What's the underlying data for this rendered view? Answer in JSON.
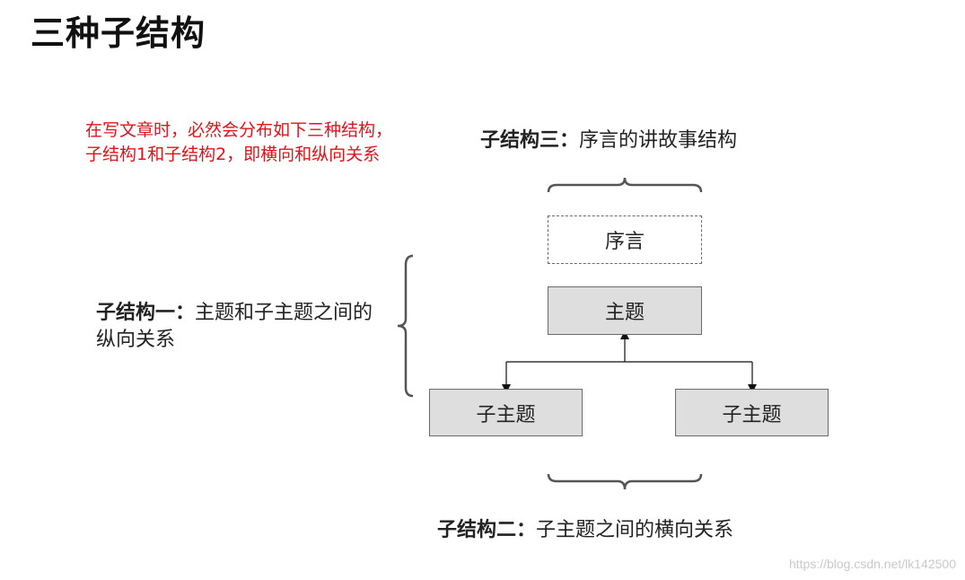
{
  "title": "三种子结构",
  "note": {
    "line1": "在写文章时，必然会分布如下三种结构，",
    "line2": "子结构1和子结构2，即横向和纵向关系",
    "color": "#e0131b"
  },
  "captions": {
    "struct3": {
      "label": "子结构三：",
      "text": "序言的讲故事结构"
    },
    "struct1": {
      "label": "子结构一：",
      "text": "主题和子主题之间的纵向关系"
    },
    "struct2": {
      "label": "子结构二：",
      "text": "子主题之间的横向关系"
    }
  },
  "boxes": {
    "preface": "序言",
    "main": "主题",
    "sub1": "子主题",
    "sub2": "子主题"
  },
  "watermark": "https://blog.csdn.net/lk142500",
  "colors": {
    "box_fill": "#dedede",
    "brace": "#555555"
  }
}
